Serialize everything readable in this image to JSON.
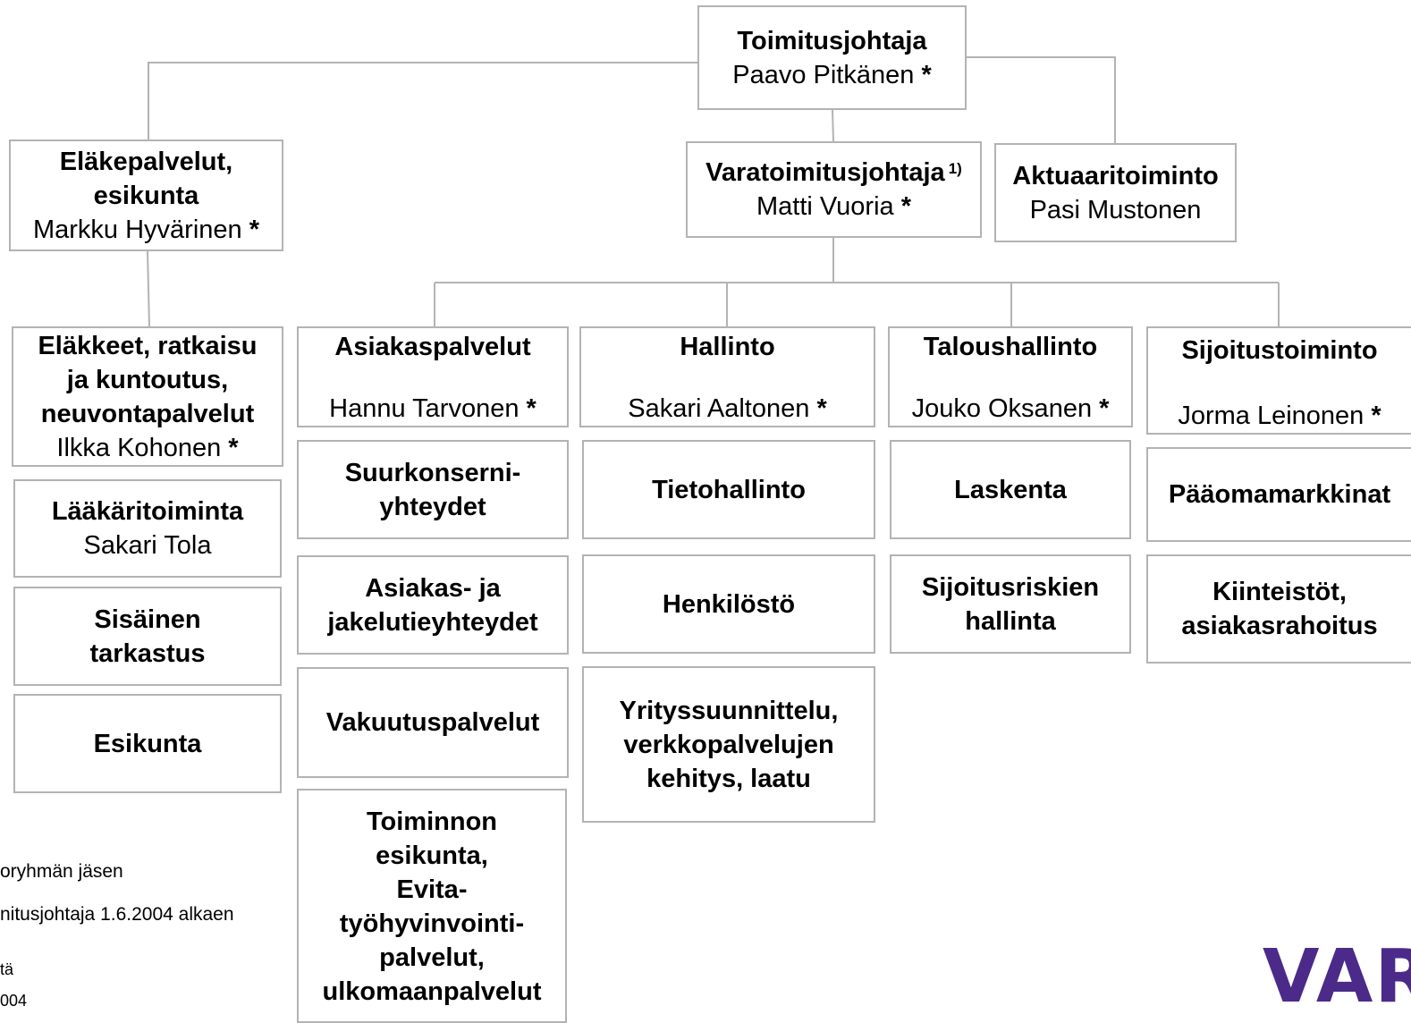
{
  "ceo": {
    "title": "Toimitusjohtaja",
    "name": "Paavo Pitkänen",
    "mark": "*"
  },
  "pension": {
    "title_line1": "Eläkepalvelut,",
    "title_line2": "esikunta",
    "name": "Markku Hyvärinen",
    "mark": "*"
  },
  "deputy": {
    "title": "Varatoimitusjohtaja",
    "note_ref": "1)",
    "name": "Matti Vuoria",
    "mark": "*"
  },
  "actuary": {
    "title": "Aktuaaritoiminto",
    "name": "Pasi Mustonen"
  },
  "pension_units": {
    "head": {
      "line1": "Eläkkeet, ratkaisu",
      "line2": "ja kuntoutus,",
      "line3": "neuvontapalvelut",
      "name": "Ilkka Kohonen",
      "mark": "*"
    },
    "medical": {
      "title": "Lääkäritoiminta",
      "name": "Sakari Tola"
    },
    "audit": {
      "line1": "Sisäinen",
      "line2": "tarkastus"
    },
    "staff": {
      "title": "Esikunta"
    }
  },
  "divisions": {
    "customer": {
      "title": "Asiakaspalvelut",
      "name": "Hannu Tarvonen",
      "mark": "*",
      "units": [
        {
          "line1": "Suurkonserni-",
          "line2": "yhteydet"
        },
        {
          "line1": "Asiakas- ja",
          "line2": "jakelutieyhteydet"
        },
        {
          "line1": "Vakuutuspalvelut"
        },
        {
          "line1": "Toiminnon",
          "line2": "esikunta,",
          "line3": "Evita-",
          "line4": "työhyvinvointi-",
          "line5": "palvelut,",
          "line6": "ulkomaanpalvelut"
        }
      ]
    },
    "admin": {
      "title": "Hallinto",
      "name": "Sakari Aaltonen",
      "mark": "*",
      "units": [
        {
          "line1": "Tietohallinto"
        },
        {
          "line1": "Henkilöstö"
        },
        {
          "line1": "Yrityssuunnittelu,",
          "line2": "verkkopalvelujen",
          "line3": "kehitys, laatu"
        }
      ]
    },
    "finance": {
      "title": "Taloushallinto",
      "name": "Jouko Oksanen",
      "mark": "*",
      "units": [
        {
          "line1": "Laskenta"
        },
        {
          "line1": "Sijoitusriskien",
          "line2": "hallinta"
        }
      ]
    },
    "investment": {
      "title": "Sijoitustoiminto",
      "name": "Jorma Leinonen",
      "mark": "*",
      "units": [
        {
          "line1": "Pääomamarkkinat"
        },
        {
          "line1": "Kiinteistöt,",
          "line2": "asiakasrahoitus"
        }
      ]
    }
  },
  "footnotes": {
    "line1": "oryhmän jäsen",
    "line2": "nitusjohtaja 1.6.2004 alkaen",
    "line3": "tä",
    "line4": "004"
  },
  "logo": {
    "text": "VAR",
    "color": "#4b2a8a"
  },
  "colors": {
    "line": "#b3b3b3",
    "border": "#b3b3b3"
  }
}
